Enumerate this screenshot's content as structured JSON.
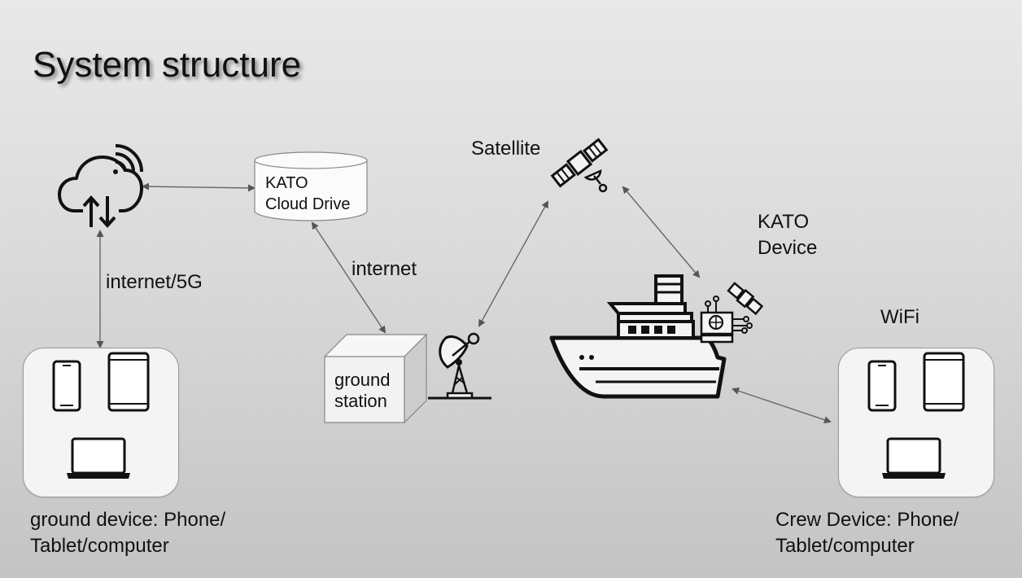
{
  "title": "System structure",
  "nodes": {
    "cloud_drive": {
      "line1": "KATO",
      "line2": "Cloud Drive"
    },
    "ground_station": {
      "line1": "ground",
      "line2": "station"
    },
    "satellite_label": "Satellite",
    "kato_device": {
      "line1": "KATO",
      "line2": "Device"
    },
    "wifi_label": "WiFi"
  },
  "links": {
    "internet_5g": "internet/5G",
    "internet": "internet"
  },
  "ground_device": {
    "line1": "ground device: Phone/",
    "line2": "Tablet/computer"
  },
  "crew_device": {
    "line1": "Crew Device: Phone/",
    "line2": "Tablet/computer"
  }
}
